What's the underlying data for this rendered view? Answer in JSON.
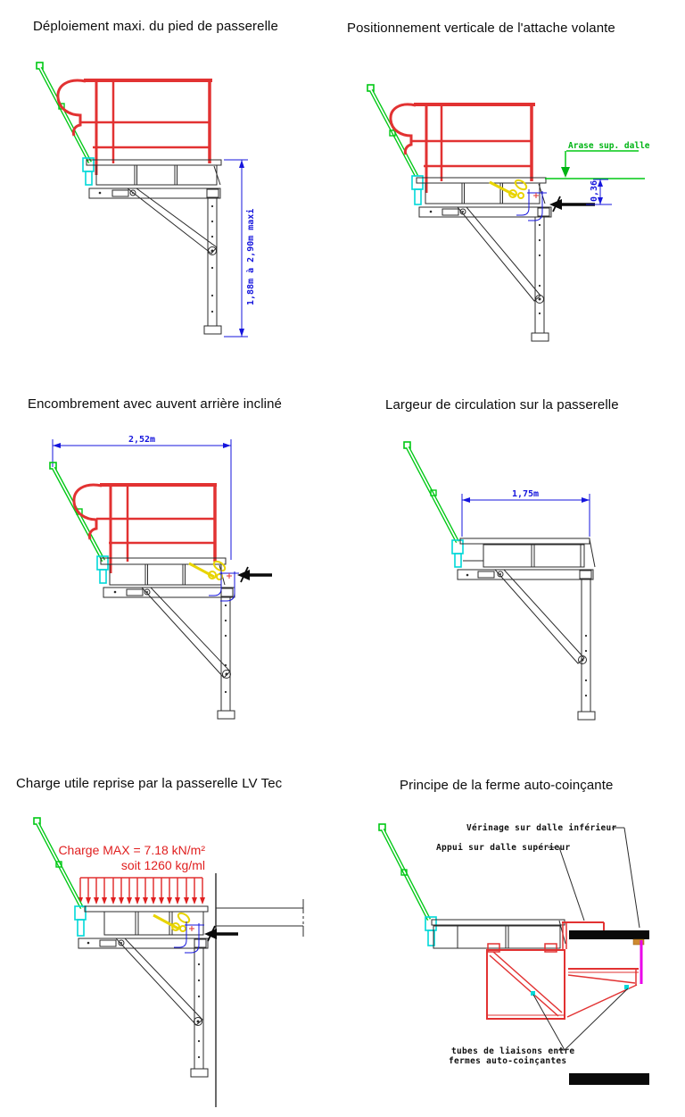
{
  "page": {
    "background": "#ffffff"
  },
  "colors": {
    "dimension_blue": "#1515dd",
    "guardrail_red": "#e23232",
    "pole_green": "#00c814",
    "attach_cyan": "#00d8d8",
    "tool_yellow": "#e8d400",
    "magenta": "#ea00ea",
    "jack_orange": "#cf8a30",
    "slab_black": "#0a0a0a",
    "structure_black": "#2b2b2b"
  },
  "panels": {
    "deploiement": {
      "title": "Déploiement maxi. du pied de passerelle",
      "dimension": "1,88m à 2,90m maxi"
    },
    "positionnement": {
      "title": "Positionnement verticale de l'attache volante",
      "arase_label": "Arase sup. dalle",
      "dimension": "0,36"
    },
    "encombrement": {
      "title": "Encombrement avec auvent arrière incliné",
      "dimension": "2,52m"
    },
    "largeur": {
      "title": "Largeur de circulation sur la passerelle",
      "dimension": "1,75m"
    },
    "charge": {
      "title": "Charge utile reprise par la passerelle LV Tec",
      "charge_line1": "Charge MAX = 7.18 kN/m²",
      "charge_line2": "soit 1260 kg/ml"
    },
    "ferme": {
      "title": "Principe de la ferme auto-coinçante",
      "label_verinage": "Vérinage sur dalle inférieur",
      "label_appui": "Appui sur dalle supérieur",
      "label_tubes_1": "tubes de liaisons entre",
      "label_tubes_2": "fermes auto-coinçantes"
    }
  }
}
